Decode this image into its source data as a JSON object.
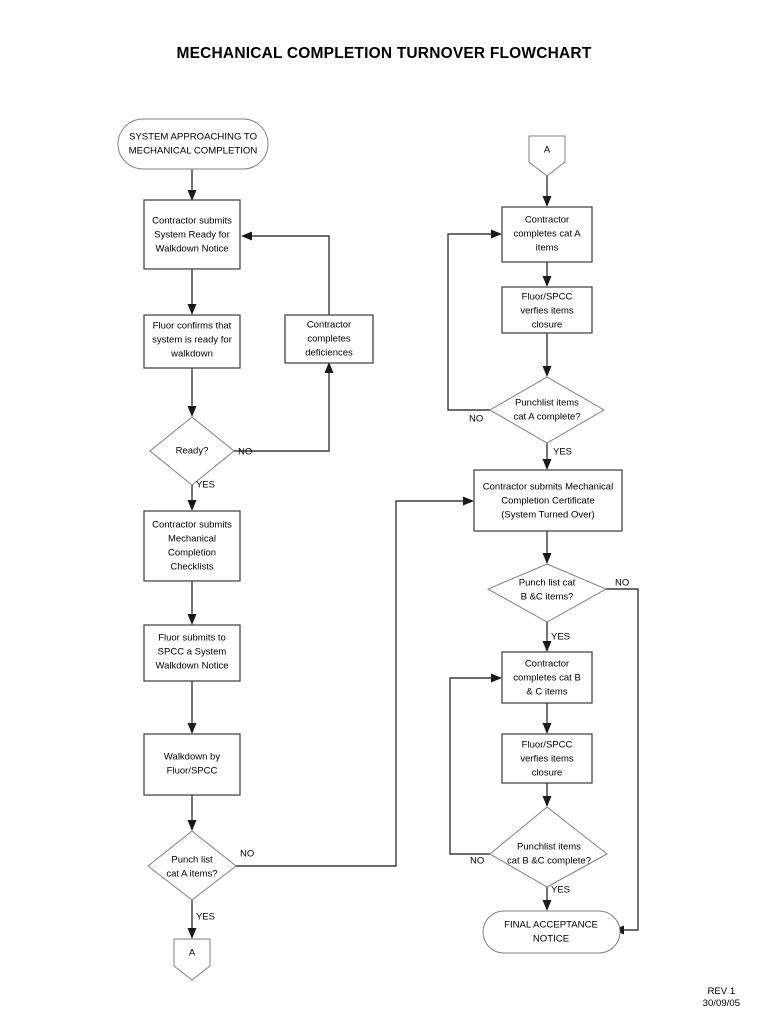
{
  "document": {
    "title": "MECHANICAL COMPLETION TURNOVER FLOWCHART",
    "revision": "REV 1",
    "revision_date": "30/09/05"
  },
  "nodes": {
    "start_terminal": "SYSTEM APPROACHING TO\nMECHANICAL COMPLETION",
    "submit_ready_notice": "Contractor submits\nSystem Ready for\nWalkdown Notice",
    "fluor_confirms": "Fluor confirms that\nsystem is ready for\nwalkdown",
    "contractor_deficiences": "Contractor\ncompletes\ndeficiences",
    "ready_decision": "Ready?",
    "submit_mc_checklists": "Contractor submits\nMechanical\nCompletion\nChecklists",
    "fluor_submits_spcc": "Fluor submits to\nSPCC a System\nWalkdown Notice",
    "walkdown_by": "Walkdown by\nFluor/SPCC",
    "punch_cat_a_decision": "Punch list\ncat A items?",
    "connector_a_out": "A",
    "connector_a_in": "A",
    "completes_cat_a": "Contractor\ncompletes cat A\nitems",
    "verifies_cat_a": "Fluor/SPCC\nverfies items\nclosure",
    "punchlist_cat_a_complete": "Punchlist items\ncat A complete?",
    "submit_mc_certificate": "Contractor submits Mechanical\nCompletion Certificate\n(System Turned Over)",
    "punch_cat_bc_decision": "Punch list cat\nB &C items?",
    "completes_cat_bc": "Contractor\ncompletes cat B\n& C items",
    "verifies_cat_bc": "Fluor/SPCC\nverfies items\nclosure",
    "punchlist_cat_bc_complete": "Punchlist items\ncat B &C complete?",
    "final_terminal": "FINAL ACCEPTANCE\nNOTICE"
  },
  "edge_labels": {
    "ready_no": "NO",
    "ready_yes": "YES",
    "punch_cat_a_no": "NO",
    "punch_cat_a_yes": "YES",
    "punchlist_cat_a_no": "NO",
    "punchlist_cat_a_yes": "YES",
    "punch_cat_bc_no": "NO",
    "punch_cat_bc_yes": "YES",
    "punchlist_cat_bc_no": "NO",
    "punchlist_cat_bc_yes": "YES"
  },
  "colors": {
    "page_background": "#ffffff",
    "node_stroke": "#808080",
    "node_stroke_dark": "#3a3a3a",
    "line": "#3a3a3a",
    "text": "#000000"
  }
}
